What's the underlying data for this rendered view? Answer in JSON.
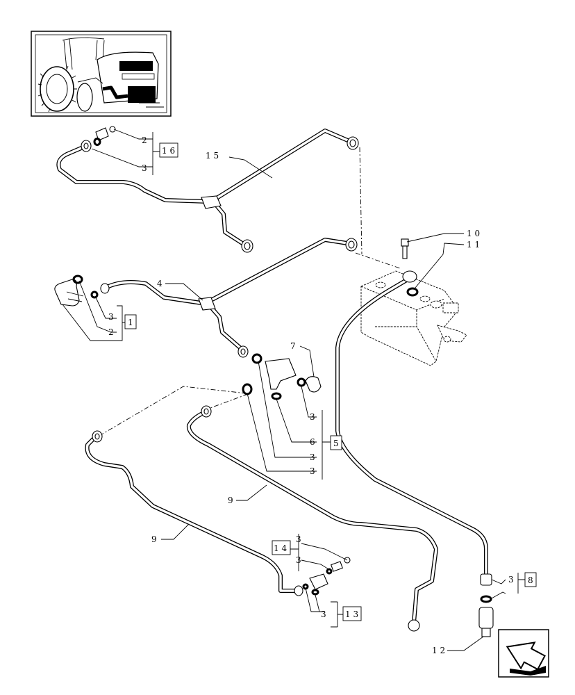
{
  "nav": {
    "next_icon": "next-page-arrow-icon"
  },
  "thumbnail": {
    "icon": "tractor-location-thumbnail-icon"
  },
  "callouts": {
    "c15": "1 5",
    "c16": "1 6",
    "c2a": "2",
    "c3a": "3",
    "c10": "1 0",
    "c11": "1 1",
    "c4": "4",
    "c3b": "3",
    "c2b": "2",
    "c1": "1",
    "c7": "7",
    "c3c": "3",
    "c6": "6",
    "c5": "5",
    "c3d": "3",
    "c3e": "3",
    "c9a": "9",
    "c9b": "9",
    "c14": "1 4",
    "c3f": "3",
    "c3g": "3",
    "c3h": "3",
    "c13": "1 3",
    "c3i": "3",
    "c8": "8",
    "c12": "1 2"
  }
}
